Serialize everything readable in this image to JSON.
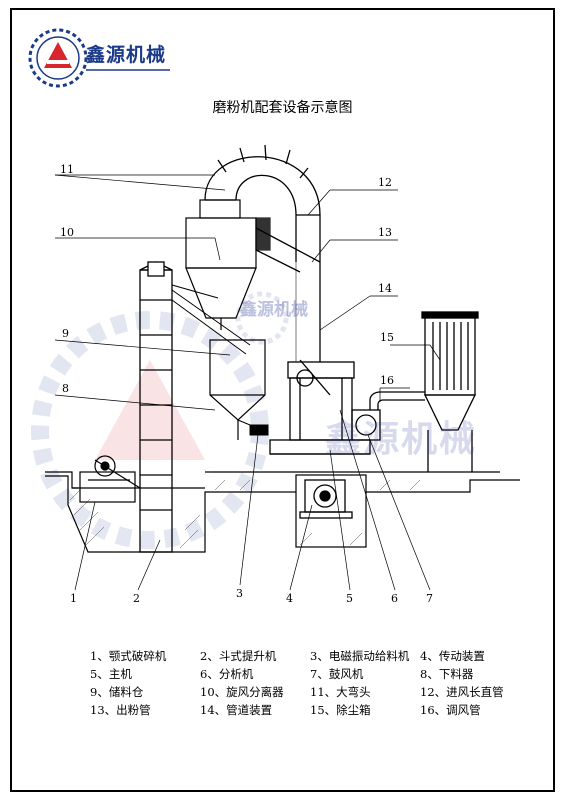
{
  "brand": {
    "name": "鑫源机械",
    "watermark": "鑫源机械",
    "watermark_big": "鑫源机械"
  },
  "title": "磨粉机配套设备示意图",
  "callouts": {
    "top": [
      "11",
      "12",
      "10",
      "13",
      "14",
      "9",
      "15",
      "8",
      "16"
    ],
    "bottom": [
      "1",
      "2",
      "3",
      "4",
      "5",
      "6",
      "7"
    ]
  },
  "legend": [
    [
      "1、颚式破碎机",
      "2、斗式提升机",
      "3、电磁振动给料机",
      "4、传动装置"
    ],
    [
      "5、主机",
      "6、分析机",
      "7、鼓风机",
      "8、下料器"
    ],
    [
      "9、储料仓",
      "10、旋风分离器",
      "11、大弯头",
      "12、进风长直管"
    ],
    [
      "13、出粉管",
      "14、管道装置",
      "15、除尘箱",
      "16、调风管"
    ]
  ]
}
